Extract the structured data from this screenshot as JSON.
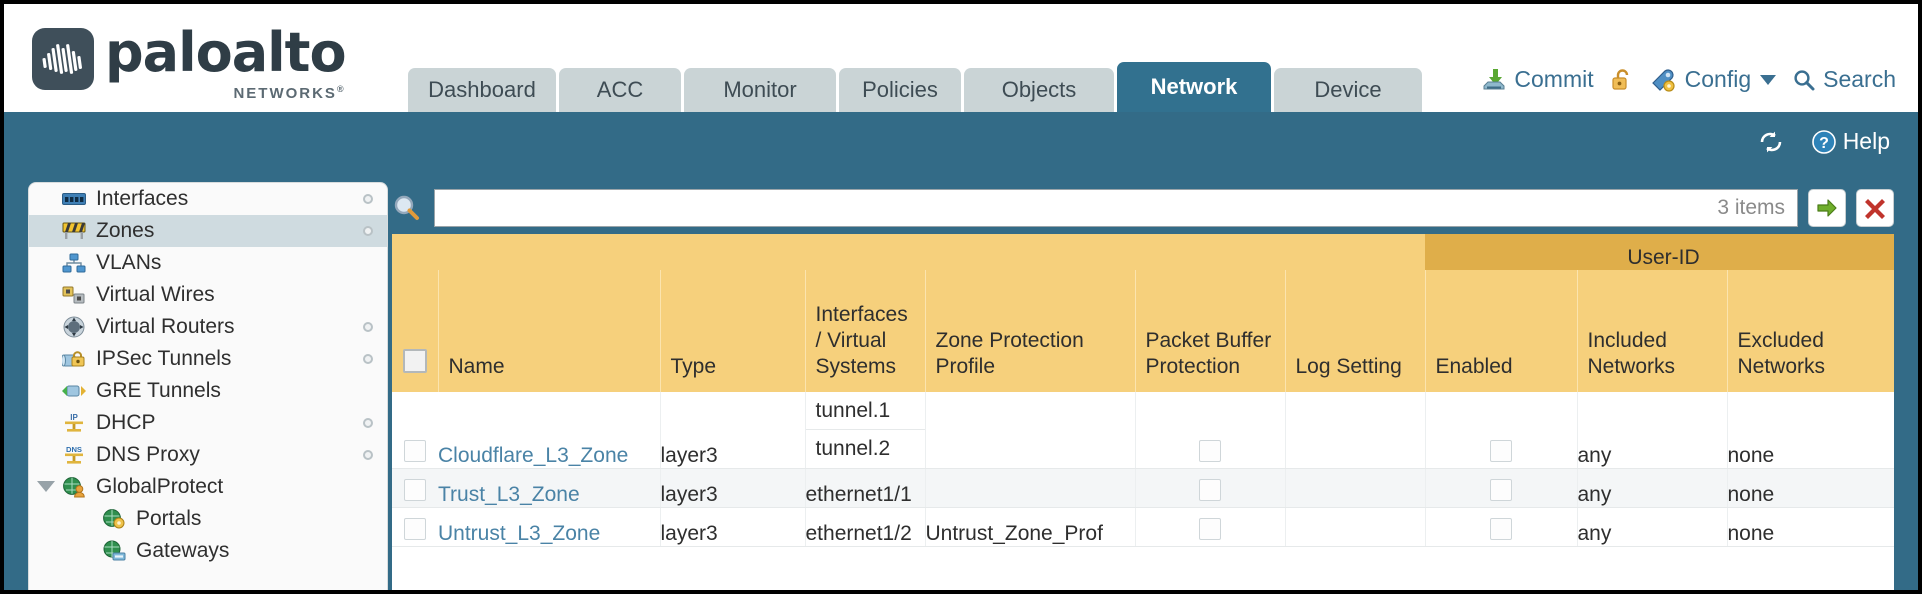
{
  "brand": {
    "name": "paloalto",
    "tagline": "NETWORKS",
    "registered": "®",
    "logo_icon": "paloalto-waveform-logo"
  },
  "nav": {
    "tabs": [
      {
        "label": "Dashboard",
        "active": false
      },
      {
        "label": "ACC",
        "active": false
      },
      {
        "label": "Monitor",
        "active": false
      },
      {
        "label": "Policies",
        "active": false
      },
      {
        "label": "Objects",
        "active": false
      },
      {
        "label": "Network",
        "active": true
      },
      {
        "label": "Device",
        "active": false
      }
    ]
  },
  "top_actions": {
    "commit_label": "Commit",
    "commit_icon": "commit-download-icon",
    "lock_icon": "unlocked-padlock-icon",
    "config_label": "Config",
    "config_icon": "config-wrench-key-icon",
    "config_caret": "chevron-down-icon",
    "search_label": "Search",
    "search_icon": "search-magnifier-icon"
  },
  "utility_bar": {
    "refresh_icon": "refresh-icon",
    "help_label": "Help",
    "help_icon": "help-question-icon"
  },
  "sidebar": {
    "items": [
      {
        "label": "Interfaces",
        "icon": "interfaces-ports-icon",
        "selected": false,
        "child": false,
        "has_dot": true,
        "expander": false
      },
      {
        "label": "Zones",
        "icon": "zones-barrier-icon",
        "selected": true,
        "child": false,
        "has_dot": true,
        "expander": false
      },
      {
        "label": "VLANs",
        "icon": "vlans-network-icon",
        "selected": false,
        "child": false,
        "has_dot": false,
        "expander": false
      },
      {
        "label": "Virtual Wires",
        "icon": "virtual-wires-icon",
        "selected": false,
        "child": false,
        "has_dot": false,
        "expander": false
      },
      {
        "label": "Virtual Routers",
        "icon": "virtual-routers-icon",
        "selected": false,
        "child": false,
        "has_dot": true,
        "expander": false
      },
      {
        "label": "IPSec Tunnels",
        "icon": "ipsec-tunnel-lock-icon",
        "selected": false,
        "child": false,
        "has_dot": true,
        "expander": false
      },
      {
        "label": "GRE Tunnels",
        "icon": "gre-tunnel-icon",
        "selected": false,
        "child": false,
        "has_dot": false,
        "expander": false
      },
      {
        "label": "DHCP",
        "icon": "dhcp-ip-icon",
        "selected": false,
        "child": false,
        "has_dot": true,
        "expander": false
      },
      {
        "label": "DNS Proxy",
        "icon": "dns-proxy-icon",
        "selected": false,
        "child": false,
        "has_dot": true,
        "expander": false
      },
      {
        "label": "GlobalProtect",
        "icon": "globalprotect-icon",
        "selected": false,
        "child": false,
        "has_dot": false,
        "expander": true
      },
      {
        "label": "Portals",
        "icon": "portals-globe-gear-icon",
        "selected": false,
        "child": true,
        "has_dot": false,
        "expander": false
      },
      {
        "label": "Gateways",
        "icon": "gateways-globe-icon",
        "selected": false,
        "child": true,
        "has_dot": false,
        "expander": false
      }
    ]
  },
  "search": {
    "icon": "search-magnifier-icon",
    "value": "",
    "placeholder": "",
    "item_count": "3 items",
    "apply_icon": "apply-arrow-icon",
    "clear_icon": "clear-x-icon"
  },
  "table": {
    "group_header": {
      "label": "User-ID",
      "spans": 3
    },
    "columns": [
      {
        "key": "select",
        "label": ""
      },
      {
        "key": "name",
        "label": "Name"
      },
      {
        "key": "type",
        "label": "Type"
      },
      {
        "key": "ifaces",
        "label": "Interfaces / Virtual Systems"
      },
      {
        "key": "zpp",
        "label": "Zone Protection Profile"
      },
      {
        "key": "pbp",
        "label": "Packet Buffer Protection"
      },
      {
        "key": "log",
        "label": "Log Setting"
      },
      {
        "key": "enabled",
        "label": "Enabled"
      },
      {
        "key": "included",
        "label": "Included Networks"
      },
      {
        "key": "excluded",
        "label": "Excluded Networks"
      }
    ],
    "rows": [
      {
        "selected": false,
        "name": "Cloudflare_L3_Zone",
        "type": "layer3",
        "interfaces": [
          "tunnel.1",
          "tunnel.2"
        ],
        "zone_protection_profile": "",
        "packet_buffer_protection": false,
        "log_setting": "",
        "userid_enabled": false,
        "included_networks": "any",
        "excluded_networks": "none"
      },
      {
        "selected": false,
        "name": "Trust_L3_Zone",
        "type": "layer3",
        "interfaces": [
          "ethernet1/1"
        ],
        "zone_protection_profile": "",
        "packet_buffer_protection": false,
        "log_setting": "",
        "userid_enabled": false,
        "included_networks": "any",
        "excluded_networks": "none"
      },
      {
        "selected": false,
        "name": "Untrust_L3_Zone",
        "type": "layer3",
        "interfaces": [
          "ethernet1/2"
        ],
        "zone_protection_profile": "Untrust_Zone_Prof",
        "packet_buffer_protection": false,
        "log_setting": "",
        "userid_enabled": false,
        "included_networks": "any",
        "excluded_networks": "none"
      }
    ]
  },
  "colors": {
    "app_background": "#336b87",
    "active_tab": "#32718f",
    "tab": "#cad4d6",
    "header_yellow": "#f6d07c",
    "group_header_gold": "#dfae4a",
    "link_blue": "#4a83a6"
  }
}
